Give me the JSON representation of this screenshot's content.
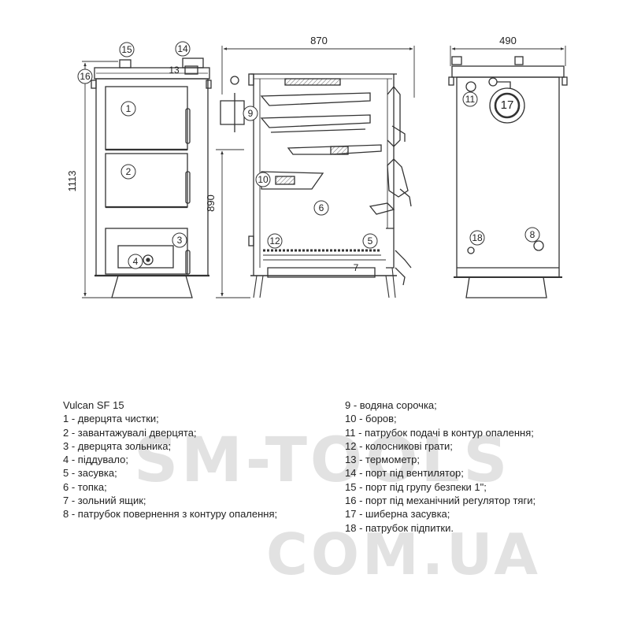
{
  "dimensions": {
    "width_total": "870",
    "depth": "490",
    "height": "1113",
    "height_body": "890"
  },
  "callouts": [
    "1",
    "2",
    "3",
    "4",
    "5",
    "6",
    "7",
    "8",
    "9",
    "10",
    "11",
    "12",
    "13",
    "14",
    "15",
    "16",
    "17",
    "18"
  ],
  "legend": {
    "title": "Vulcan SF 15",
    "left": [
      "1 - дверцята чистки;",
      "2 - завантажувалі дверцята;",
      "3 - дверцята зольника;",
      "4 - піддувало;",
      "5 - засувка;",
      "6 - топка;",
      "7 - зольний ящик;",
      "8 - патрубок повернення з контуру опалення;"
    ],
    "right": [
      "9 - водяна сорочка;",
      "10 - боров;",
      "11 - патрубок подачі в контур опалення;",
      "12 - колосникові грати;",
      "13 - термометр;",
      "14 - порт під вентилятор;",
      "15 - порт під групу безпеки 1\";",
      "16 - порт під механічний регулятор тяги;",
      "17 - шиберна засувка;",
      "18 - патрубок підпитки."
    ]
  },
  "watermark": {
    "line1": "SM-TOOLS",
    "line2": "COM.UA"
  },
  "colors": {
    "line": "#333333",
    "watermark": "#e2e2e2",
    "hatch": "#999999"
  }
}
